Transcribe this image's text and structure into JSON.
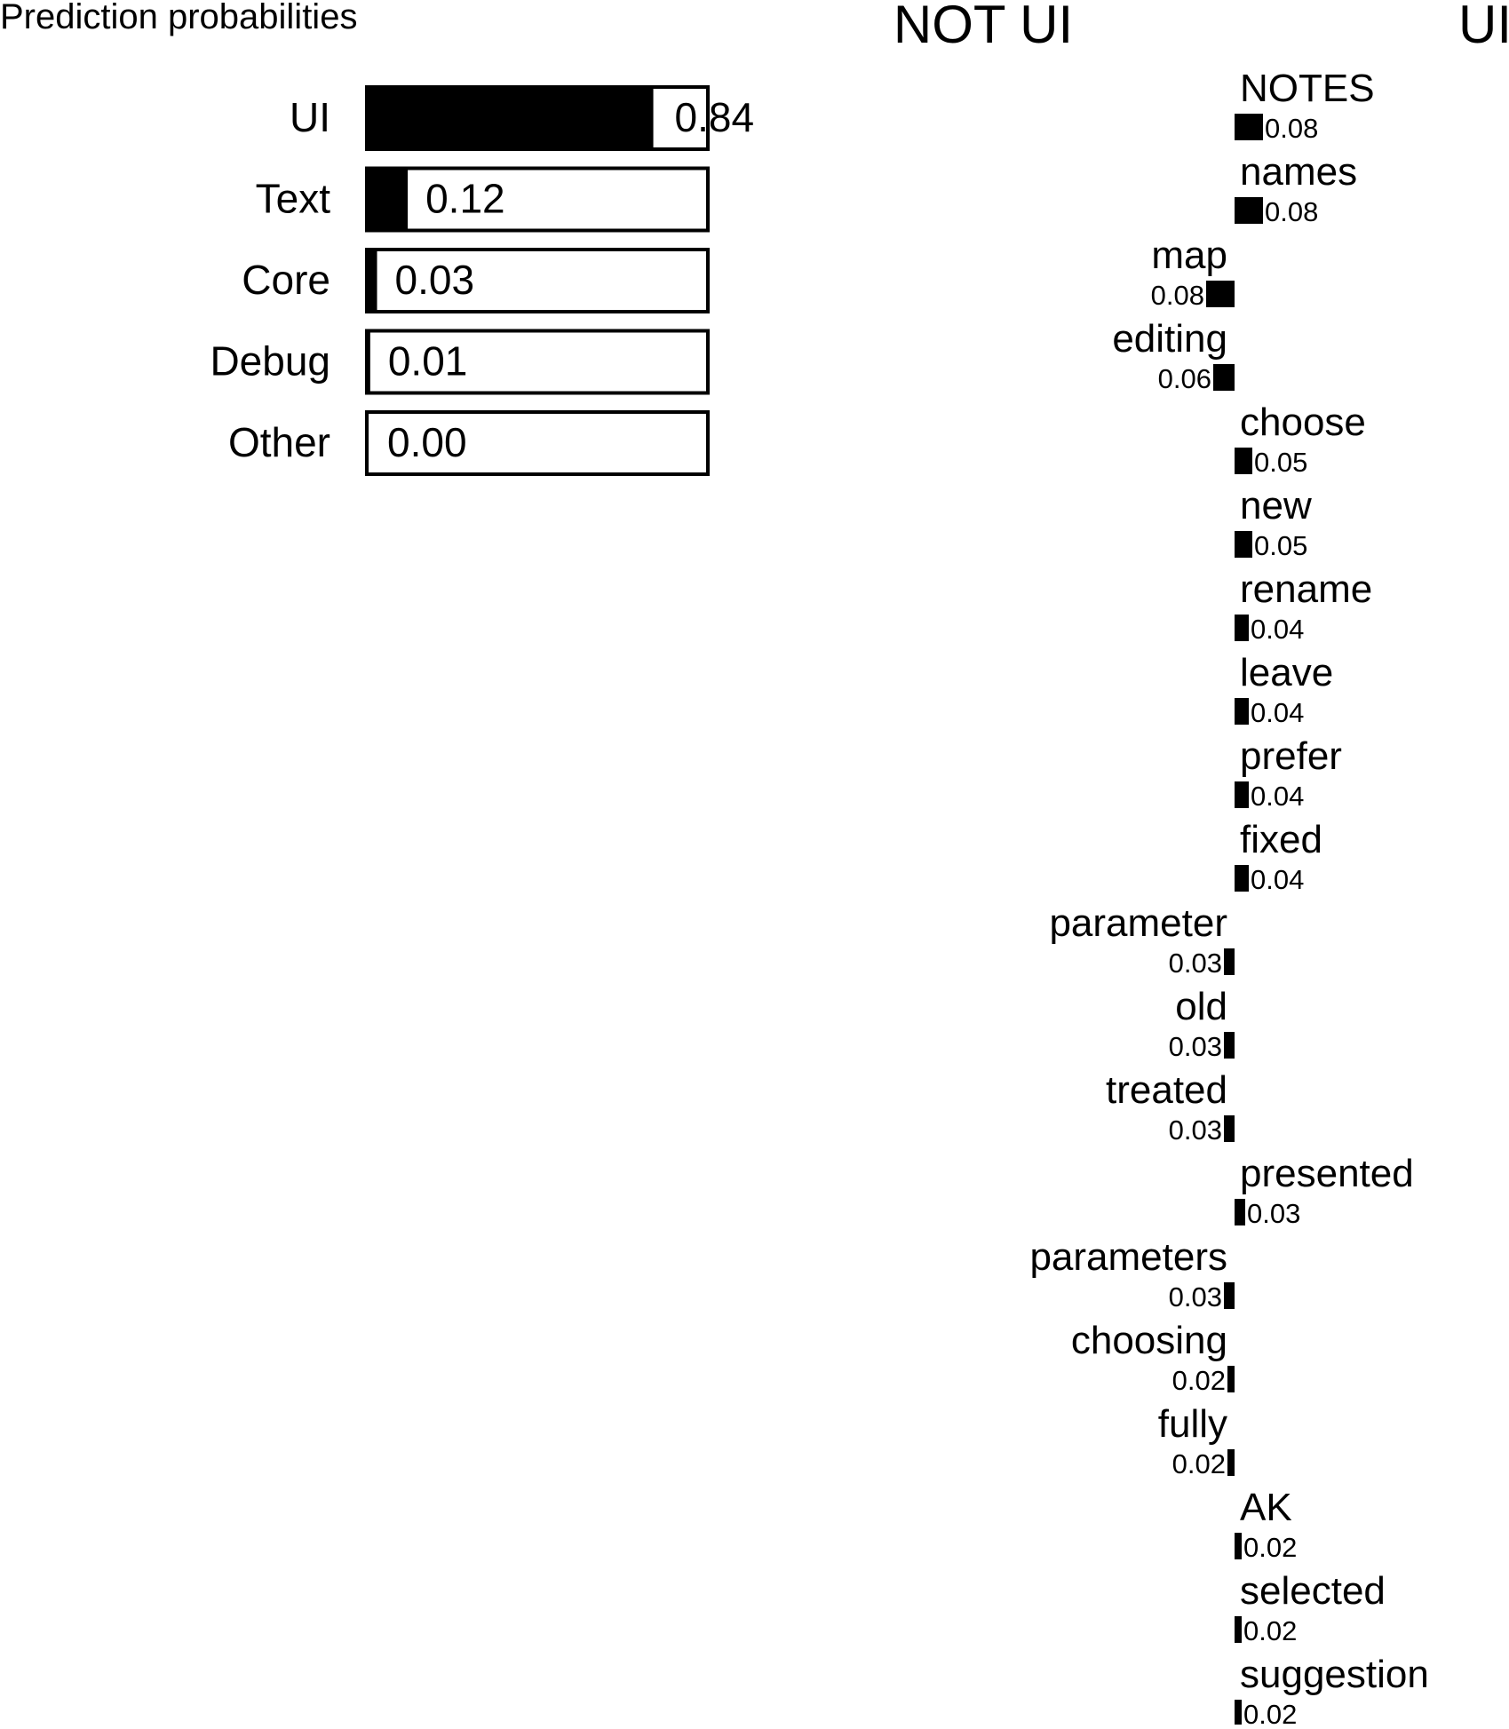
{
  "chart_data": [
    {
      "type": "bar",
      "orientation": "horizontal",
      "title": "Prediction probabilities",
      "categories": [
        "UI",
        "Text",
        "Core",
        "Debug",
        "Other"
      ],
      "values": [
        0.84,
        0.12,
        0.03,
        0.01,
        0.0
      ],
      "value_labels": [
        "0.84",
        "0.12",
        "0.03",
        "0.01",
        "0.00"
      ],
      "xlim": [
        0,
        1
      ],
      "bar_color": "#000000",
      "grid": false
    },
    {
      "type": "bar",
      "orientation": "horizontal",
      "side_labels": {
        "negative": "NOT UI",
        "positive": "UI"
      },
      "features": [
        {
          "word": "NOTES",
          "weight": 0.08,
          "label": "0.08"
        },
        {
          "word": "names",
          "weight": 0.08,
          "label": "0.08"
        },
        {
          "word": "map",
          "weight": -0.08,
          "label": "0.08"
        },
        {
          "word": "editing",
          "weight": -0.06,
          "label": "0.06"
        },
        {
          "word": "choose",
          "weight": 0.05,
          "label": "0.05"
        },
        {
          "word": "new",
          "weight": 0.05,
          "label": "0.05"
        },
        {
          "word": "rename",
          "weight": 0.04,
          "label": "0.04"
        },
        {
          "word": "leave",
          "weight": 0.04,
          "label": "0.04"
        },
        {
          "word": "prefer",
          "weight": 0.04,
          "label": "0.04"
        },
        {
          "word": "fixed",
          "weight": 0.04,
          "label": "0.04"
        },
        {
          "word": "parameter",
          "weight": -0.03,
          "label": "0.03"
        },
        {
          "word": "old",
          "weight": -0.03,
          "label": "0.03"
        },
        {
          "word": "treated",
          "weight": -0.03,
          "label": "0.03"
        },
        {
          "word": "presented",
          "weight": 0.03,
          "label": "0.03"
        },
        {
          "word": "parameters",
          "weight": -0.03,
          "label": "0.03"
        },
        {
          "word": "choosing",
          "weight": -0.02,
          "label": "0.02"
        },
        {
          "word": "fully",
          "weight": -0.02,
          "label": "0.02"
        },
        {
          "word": "AK",
          "weight": 0.02,
          "label": "0.02"
        },
        {
          "word": "selected",
          "weight": 0.02,
          "label": "0.02"
        },
        {
          "word": "suggestion",
          "weight": 0.02,
          "label": "0.02"
        }
      ],
      "bar_color": "#000000",
      "grid": false
    }
  ]
}
